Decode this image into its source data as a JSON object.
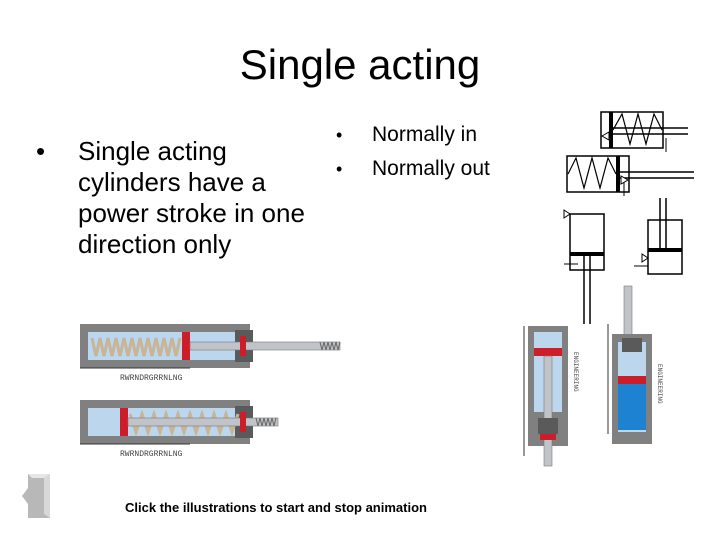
{
  "slide": {
    "title": "Single acting",
    "main_bullet": "Single acting cylinders have a power stroke in one direction only",
    "sub_bullets": [
      "Normally in",
      "Normally out"
    ],
    "caption": "Click the illustrations to start and stop animation",
    "bullet_glyph": "•"
  },
  "illustrations": {
    "h_cyl_1_label": "RWRNDRGRRNLNG",
    "h_cyl_2_label": "RWRNDRGRRNLNG",
    "v_cyl_1_label": "ENGINEERING",
    "v_cyl_2_label": "ENGINEERING"
  },
  "colors": {
    "body_gray": "#808080",
    "dark_gray": "#5a5a5a",
    "fluid_blue": "#1e82d2",
    "light_blue": "#bcd6ee",
    "piston_red": "#cc1d2a",
    "spring_tan": "#c8b496",
    "rod_silver": "#c0c4c8",
    "nav_gray": "#b8b8b8"
  },
  "icons": {
    "nav_back": "back-arrow-icon"
  }
}
